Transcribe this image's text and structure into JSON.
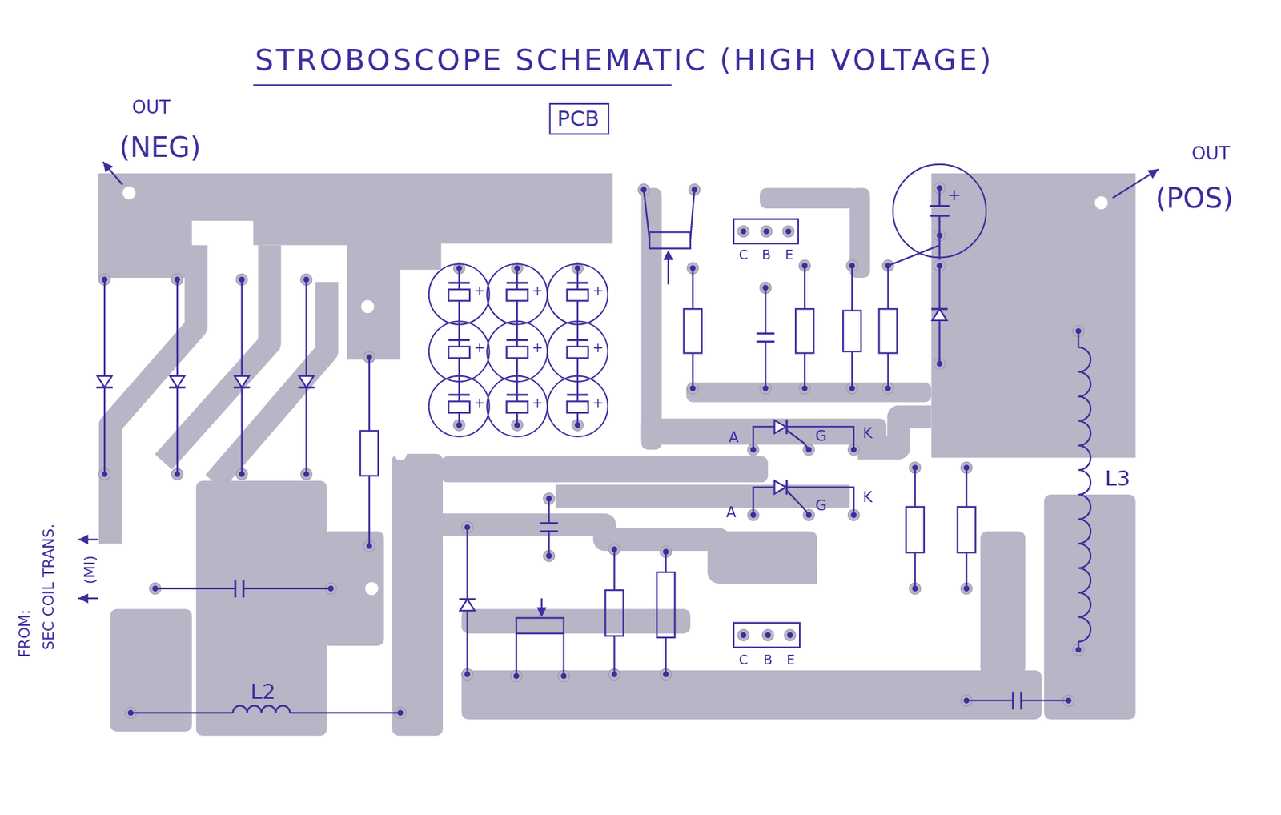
{
  "diagram": {
    "title": "STROBOSCOPE SCHEMATIC (HIGH VOLTAGE)",
    "nodes": [
      {
        "text": [
          "PCB"
        ]
      }
    ],
    "labels": [
      "OUT",
      "(NEG)",
      "OUT",
      "(POS)",
      "FROM:",
      "SEC COIL TRANS.",
      "(MI)",
      "+",
      "+",
      "+",
      "+",
      "+",
      "+",
      "+",
      "+",
      "+",
      "+",
      "C",
      "B",
      "E",
      "A",
      "G",
      "K",
      "A",
      "G",
      "K",
      "L3",
      "C",
      "B",
      "E",
      "L2"
    ]
  }
}
